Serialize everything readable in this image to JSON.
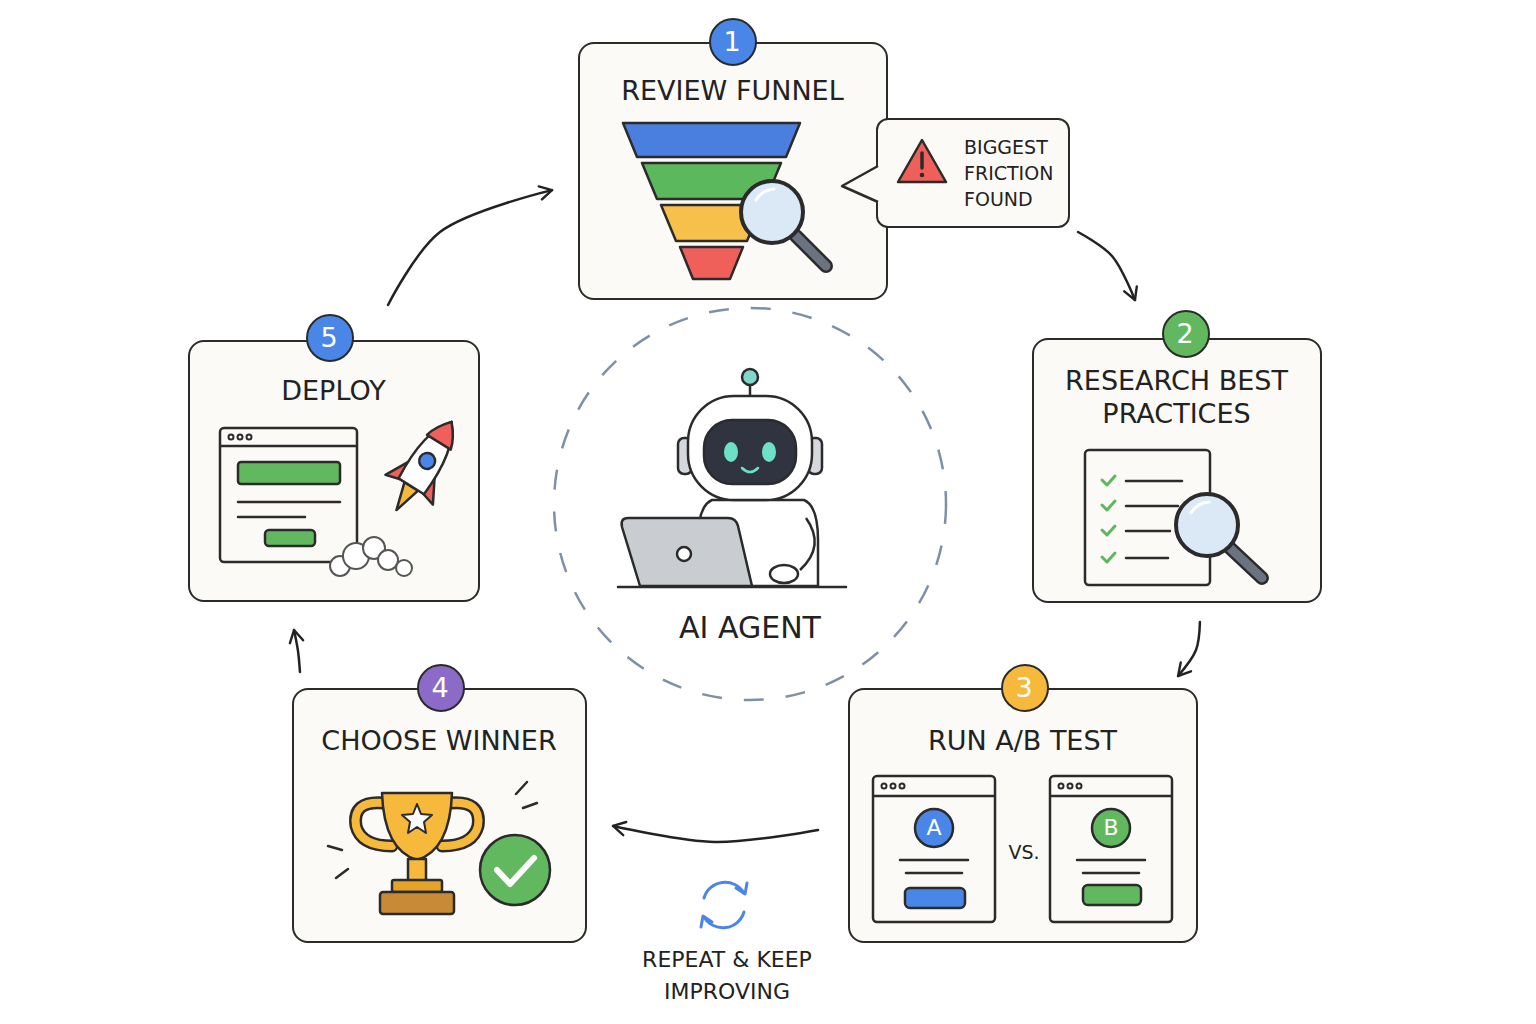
{
  "diagram": {
    "nodes": [
      {
        "text": [
          "REVIEW FUNNEL"
        ]
      },
      {
        "text": [
          "1"
        ],
        "in": 0
      },
      {
        "text": [
          "BIGGEST FRICTION FOUND"
        ]
      },
      {
        "text": [
          "RESEARCH BEST PRACTICES"
        ]
      },
      {
        "text": [
          "2"
        ],
        "in": 3
      },
      {
        "text": [
          "RUN A/B TEST"
        ]
      },
      {
        "text": [
          "3"
        ],
        "in": 5
      },
      {
        "text": [
          "CHOOSE WINNER"
        ]
      },
      {
        "text": [
          "4"
        ],
        "in": 7
      },
      {
        "text": [
          "DEPLOY"
        ]
      },
      {
        "text": [
          "5"
        ],
        "in": 9
      },
      {
        "text": [
          "AI AGENT"
        ]
      }
    ],
    "edges": [
      {
        "from": 2,
        "to": 3,
        "arrow": "to"
      },
      {
        "from": 3,
        "to": 5,
        "arrow": "to"
      },
      {
        "from": 5,
        "to": 7,
        "arrow": "to"
      },
      {
        "from": 7,
        "to": 9,
        "arrow": "to"
      },
      {
        "from": 9,
        "to": 0,
        "arrow": "to"
      }
    ],
    "labels": [
      "A",
      "VS.",
      "B",
      "REPEAT & KEEP IMPROVING"
    ]
  }
}
